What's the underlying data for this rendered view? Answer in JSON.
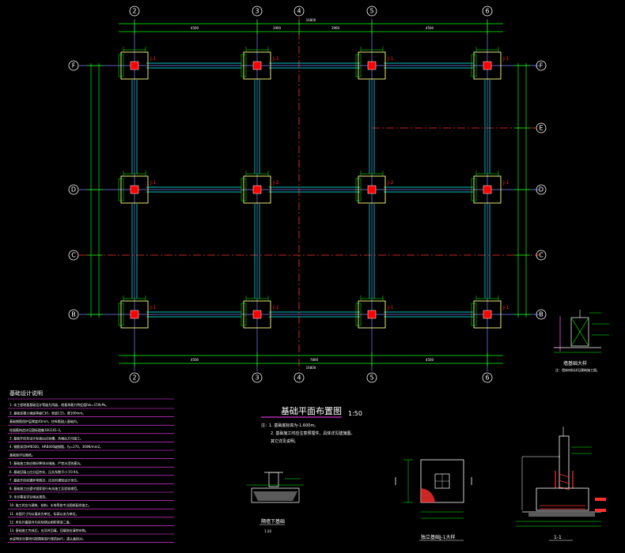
{
  "drawing": {
    "title": "基础平面布置图",
    "scale": "1:50",
    "colors": {
      "background": "#000000",
      "dimension": "#00ff00",
      "grid": "#8080ff",
      "footing": "#ffff80",
      "column": "#ff0000",
      "centerline": "#ff3030",
      "axis_bubble": "#ffffff",
      "notes_line": "#ff40ff",
      "beam": "#00ffff"
    }
  },
  "axes_vertical": [
    {
      "label": "2"
    },
    {
      "label": "3"
    },
    {
      "label": "4"
    },
    {
      "label": "5"
    },
    {
      "label": "6"
    }
  ],
  "axes_horizontal": [
    {
      "label": "F"
    },
    {
      "label": "E"
    },
    {
      "label": "D"
    },
    {
      "label": "C"
    },
    {
      "label": "B"
    }
  ],
  "top_dims": [
    "4500",
    "3900",
    "3900",
    "4500"
  ],
  "top_total": "16800",
  "bottom_dims": [
    "4500",
    "7800",
    "4500"
  ],
  "bottom_total": "16800",
  "footing_tags": [
    {
      "text": "J-1"
    },
    {
      "text": "J-1"
    },
    {
      "text": "J-1"
    },
    {
      "text": "J-1"
    },
    {
      "text": "J-1"
    },
    {
      "text": "J-2"
    },
    {
      "text": "J-2"
    },
    {
      "text": "J-1"
    },
    {
      "text": "J-1"
    },
    {
      "text": "J-1"
    },
    {
      "text": "J-1"
    },
    {
      "text": "J-1"
    }
  ],
  "plan_notes": [
    "注：1. 基础底标高为-1.600m。",
    "2. 基础施工时应注意预埋件，具体详见建施图。",
    "其它详见说明。"
  ],
  "design_notes": {
    "heading": "基础设计说明",
    "lines": [
      "1. 本工程地基基础设计等级为丙级，地基承载力特征值fak=150kPa。",
      "2. 基础混凝土强度等级C30，垫层C15，厚100mm。",
      "基础钢筋保护层厚度40mm，柱纵筋锚入基础内。",
      "柱插筋构造详见国标图集16G101-3。",
      "3. 基础开挖至设计标高后应验槽，合格后方可施工。",
      "4. 钢筋采用HPB300，HRB400级钢筋，fy=270，360N/mm2。",
      "基础梁详见图纸。",
      "5. 基础施工前应做好降排水措施，严禁水浸泡基坑。",
      "6. 基础回填土应分层夯实，压实系数不小于0.94。",
      "7. 基础开挖如遇异常情况，应及时通知设计单位。",
      "8. 基础施工应遵守国家现行有关施工及验收规范。",
      "9. 未尽事宜详见相关规范。",
      "10. 施工时应与建筑、结构、水电等各专业图纸配合施工。",
      "11. 本图尺寸均以毫米为单位，标高以米为单位。",
      "12. 所有外露铁件均应除锈后刷防锈漆二度。",
      "13. 基础施工完成后，应及时回填，回填前应清除杂物。",
      "本说明未尽事项均按国家现行规范执行，请认真核对。"
    ]
  },
  "details": {
    "wall_footing": "墙基础大样",
    "wall_note": "注：墙体材料详见建筑施工图。",
    "strip_footing": "隔墙下基础",
    "strip_scale": "1:20",
    "footing_plan": "独立基础J-1大样",
    "section": "1-1"
  }
}
